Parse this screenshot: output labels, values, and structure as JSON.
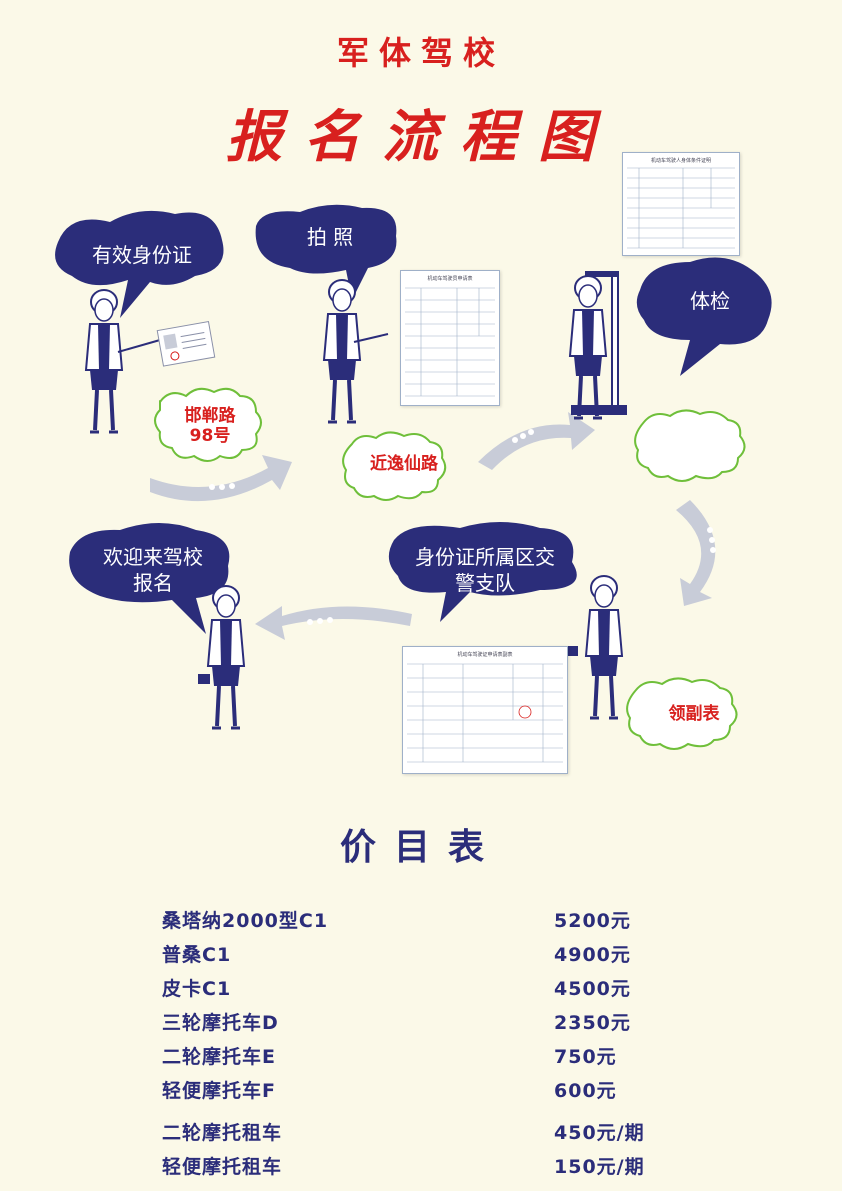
{
  "header": {
    "school_name": "军体驾校",
    "title": "报名流程图"
  },
  "flow": {
    "step_id_card": "有效身份证",
    "step_photo": "拍 照",
    "step_medical": "体检",
    "step_traffic_police": "身份证所属区交警支队",
    "step_register": "欢迎来驾校报名",
    "location_1": "邯郸路 98号",
    "location_2": "近逸仙路",
    "location_3": "领副表"
  },
  "forms": {
    "photo_form_title": "机动车驾驶员申请表",
    "medical_form_title": "机动车驾驶人身体条件证明",
    "vice_form_title": "机动车驾驶证申请表副表"
  },
  "price_list": {
    "title": "价目表",
    "items": [
      {
        "name": "桑塔纳2000型C1",
        "price": "5200元"
      },
      {
        "name": "普桑C1",
        "price": "4900元"
      },
      {
        "name": "皮卡C1",
        "price": "4500元"
      },
      {
        "name": "三轮摩托车D",
        "price": "2350元"
      },
      {
        "name": "二轮摩托车E",
        "price": "750元"
      },
      {
        "name": "轻便摩托车F",
        "price": "600元"
      },
      {
        "name": "二轮摩托租车",
        "price": "450元/期"
      },
      {
        "name": "轻便摩托租车",
        "price": "150元/期"
      }
    ]
  },
  "colors": {
    "title_red": "#d8201e",
    "bubble_blue": "#2b2d7a",
    "cloud_green": "#6fbf3a",
    "arrow_grey": "#c8ccd8"
  }
}
